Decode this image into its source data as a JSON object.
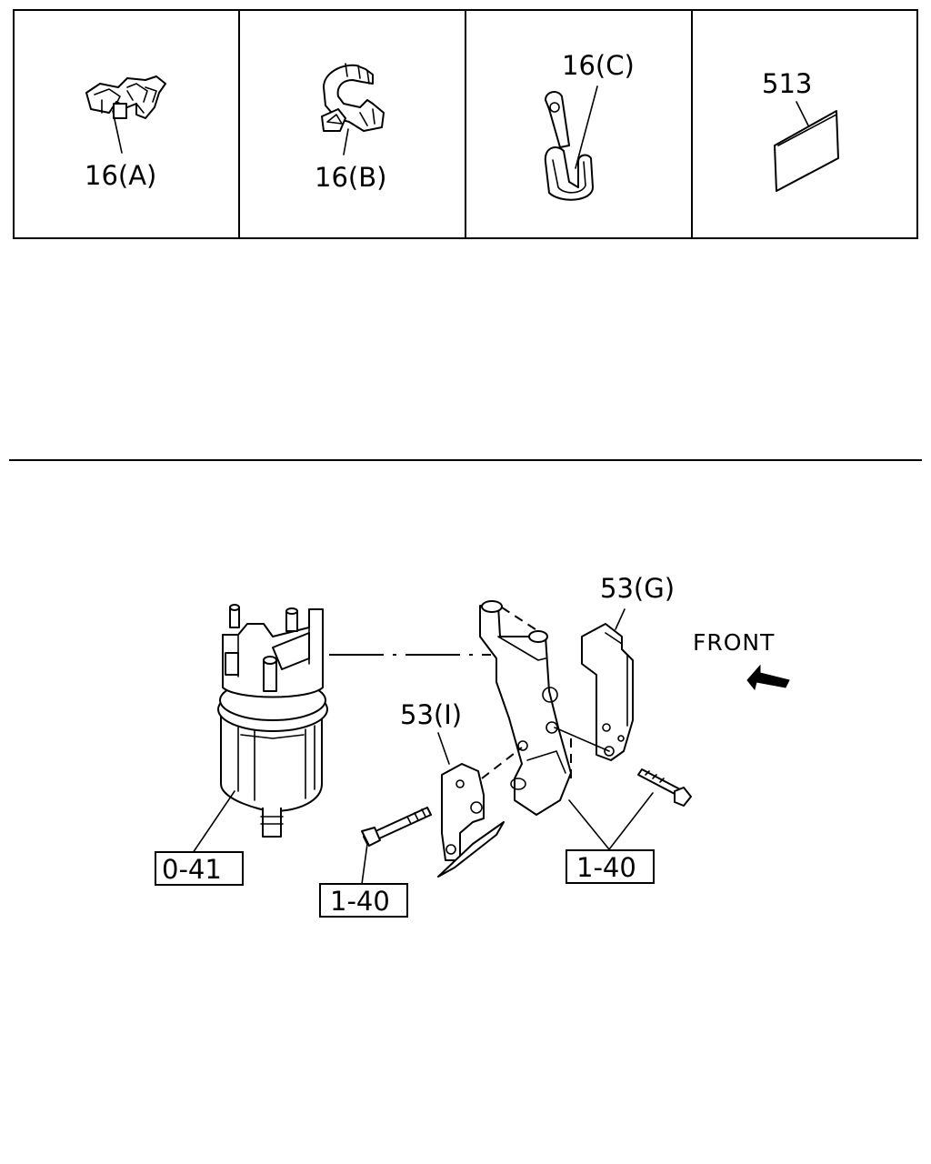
{
  "parts_table": {
    "cells": [
      {
        "label": "16(A)"
      },
      {
        "label": "16(B)"
      },
      {
        "label": "16(C)"
      },
      {
        "label": "513"
      }
    ]
  },
  "assembly": {
    "callouts": {
      "bracket_g": "53(G)",
      "bracket_i": "53(I)",
      "filter_ref": "0-41",
      "bolt_ref_left": "1-40",
      "bolt_ref_right": "1-40"
    },
    "front_label": "FRONT"
  }
}
